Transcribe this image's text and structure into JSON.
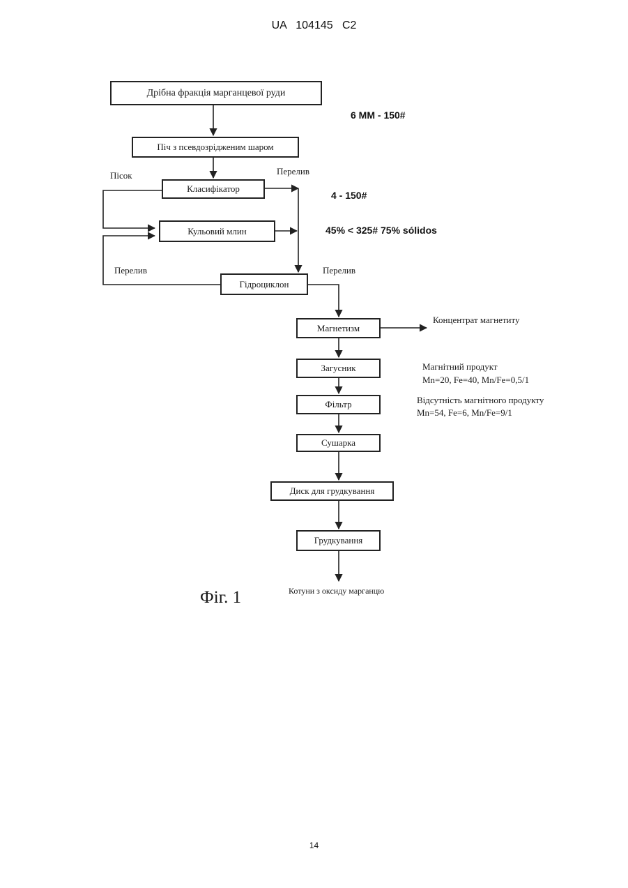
{
  "header": {
    "patent_number": "UA   104145   C2"
  },
  "diagram": {
    "boxes": {
      "ore": "Дрібна фракція марганцевої руди",
      "furnace": "Піч з псевдозрідженим шаром",
      "classifier": "Класифікатор",
      "ball_mill": "Кульовий млин",
      "hydrocyclone": "Гідроциклон",
      "magnetism": "Магнетизм",
      "thickener": "Загусник",
      "filter": "Фільтр",
      "dryer": "Сушарка",
      "pelletizing_disc": "Диск для грудкування",
      "pelletizing": "Грудкування"
    },
    "labels": {
      "sand": "Пісок",
      "overflow_classifier": "Перелив",
      "overflow_left": "Перелив",
      "overflow_right": "Перелив",
      "magnetite_concentrate": "Концентрат магнетиту",
      "magnetic_product_title": "Магнітний продукт",
      "magnetic_product_values": "Mn=20, Fe=40, Mn/Fe=0,5/1",
      "no_magnetic_title": "Відсутність магнітного продукту",
      "no_magnetic_values": "Mn=54, Fe=6, Mn/Fe=9/1",
      "output": "Котуни з оксиду марганцю"
    },
    "annotations": {
      "size_1": "6 ММ - 150#",
      "size_2": "4 - 150#",
      "grind": "45% < 325# 75% sólidos"
    },
    "figure_caption": "Фіг. 1"
  },
  "footer": {
    "page_number": "14"
  }
}
